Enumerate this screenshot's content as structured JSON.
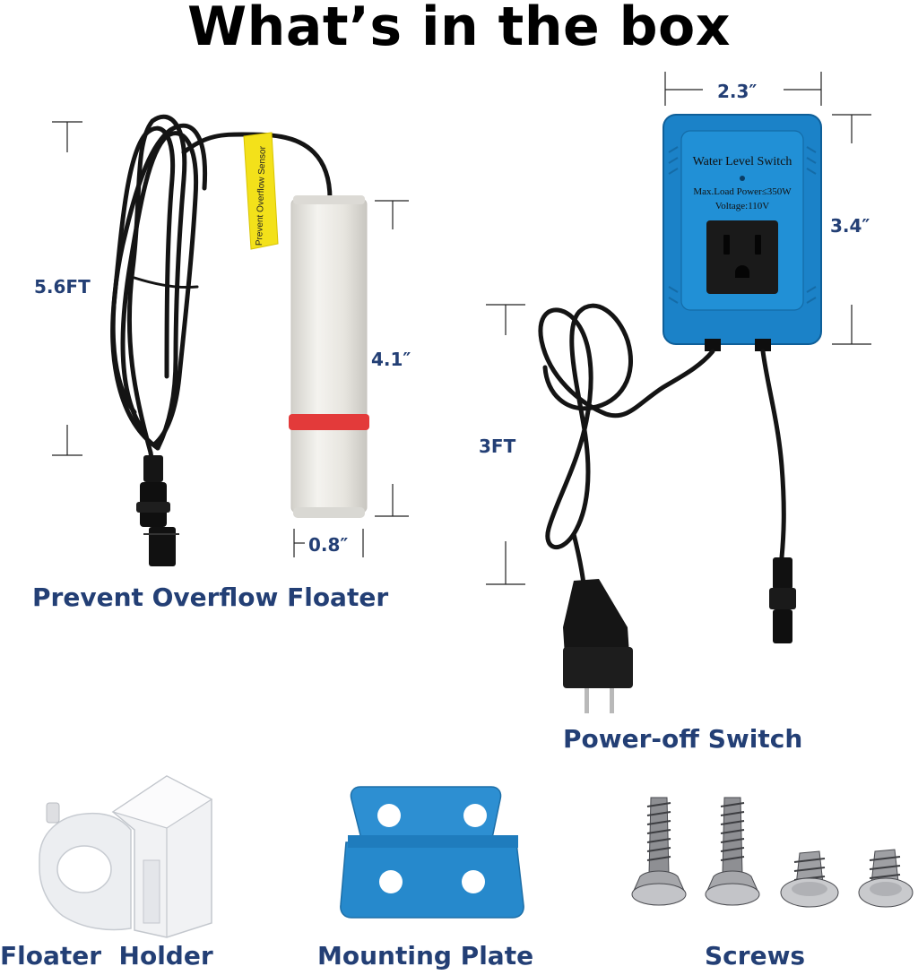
{
  "page_title": "What’s in the box",
  "floater": {
    "label": "Prevent Overflow Floater",
    "sticker_text": "Prevent Overflow Sensor",
    "cable_length": "5.6FT",
    "body_height": "4.1″",
    "body_width": "0.8″"
  },
  "switch": {
    "label": "Power-off Switch",
    "panel_title": "Water Level Switch",
    "panel_power": "Max.Load Power≤350W",
    "panel_voltage": "Voltage:110V",
    "width": "2.3″",
    "height": "3.4″",
    "cord_length": "3FT"
  },
  "accessories": {
    "holder_label": "Floater  Holder",
    "plate_label": "Mounting Plate",
    "screws_label": "Screws"
  },
  "colors": {
    "label_blue": "#233f75",
    "switch_blue": "#1b82c8",
    "plate_blue": "#2d8fd2",
    "sticker_yellow": "#f3e11a",
    "band_red": "#e33a3a",
    "floater_body": "#ecebe6"
  }
}
